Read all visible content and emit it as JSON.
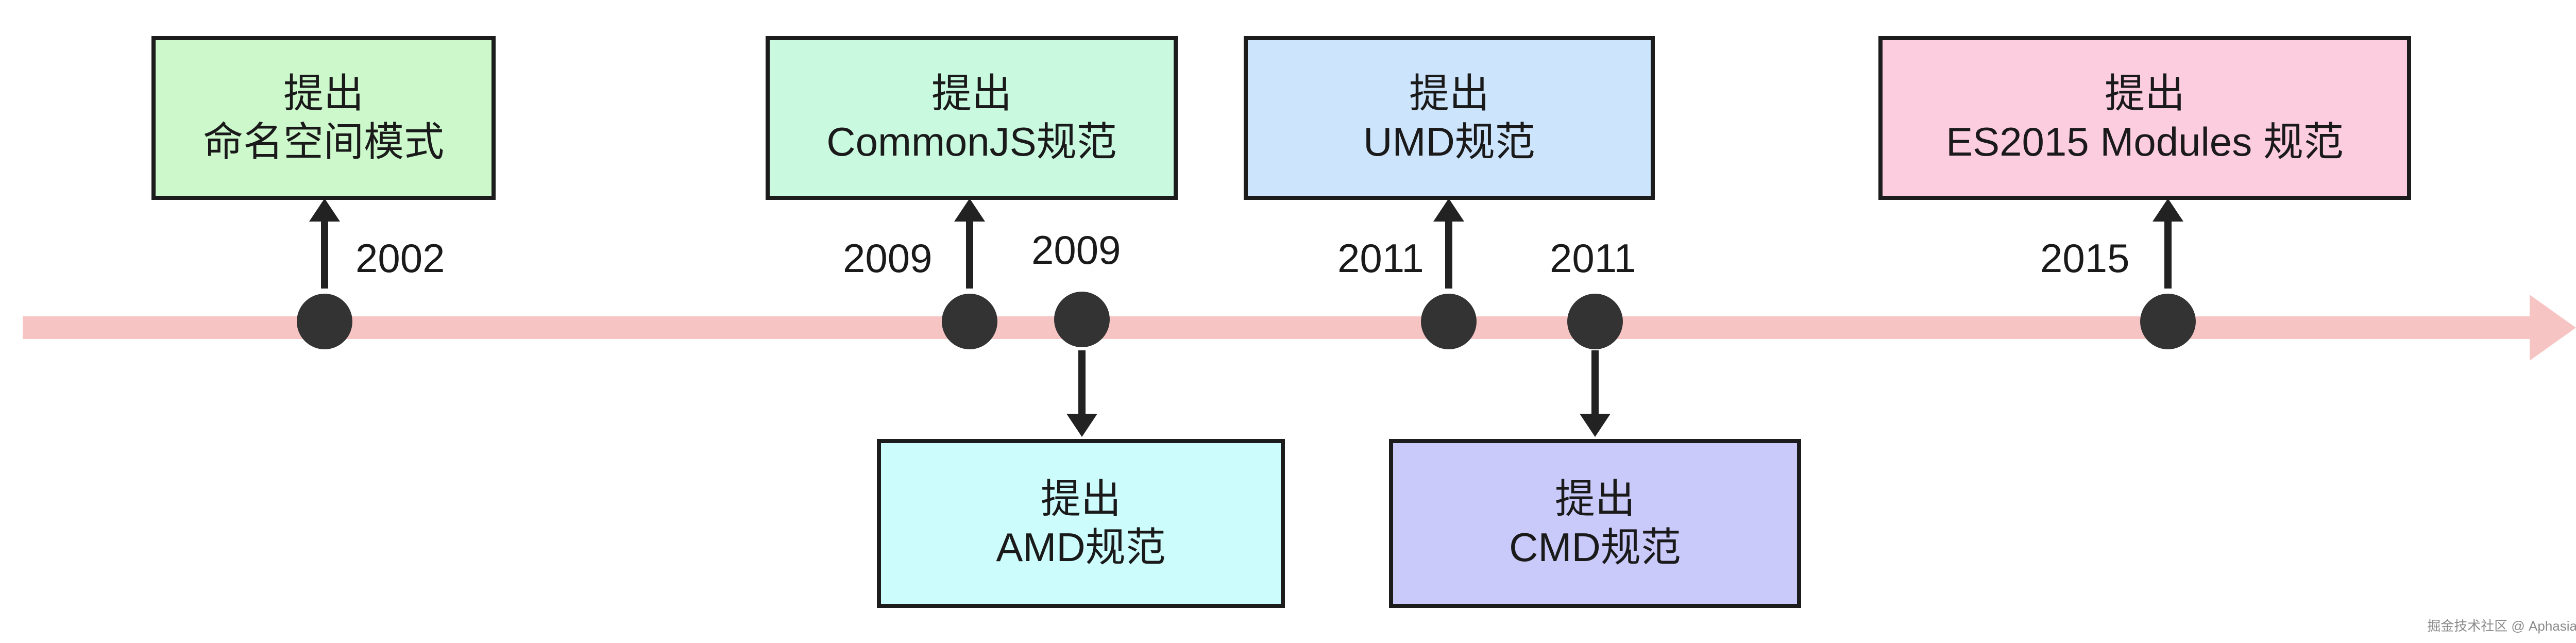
{
  "colors": {
    "timeline": "#f7c4c4",
    "node": "#333333",
    "arrow": "#222222",
    "namespace_box": "#ccf8cc",
    "commonjs_box": "#c9fae0",
    "amd_box": "#ccfcfc",
    "umd_box": "#cce4fc",
    "cmd_box": "#c9c9fa",
    "esm_box": "#fcccdf"
  },
  "events": [
    {
      "id": "namespace",
      "year": "2002",
      "line1": "提出",
      "line2": "命名空间模式",
      "position": "above"
    },
    {
      "id": "commonjs",
      "year": "2009",
      "line1": "提出",
      "line2": "CommonJS规范",
      "position": "above"
    },
    {
      "id": "amd",
      "year": "2009",
      "line1": "提出",
      "line2": "AMD规范",
      "position": "below"
    },
    {
      "id": "umd",
      "year": "2011",
      "line1": "提出",
      "line2": "UMD规范",
      "position": "above"
    },
    {
      "id": "cmd",
      "year": "2011",
      "line1": "提出",
      "line2": "CMD规范",
      "position": "below"
    },
    {
      "id": "esm",
      "year": "2015",
      "line1": "提出",
      "line2": "ES2015 Modules 规范",
      "position": "above"
    }
  ],
  "watermark": "掘金技术社区 @ Aphasia"
}
